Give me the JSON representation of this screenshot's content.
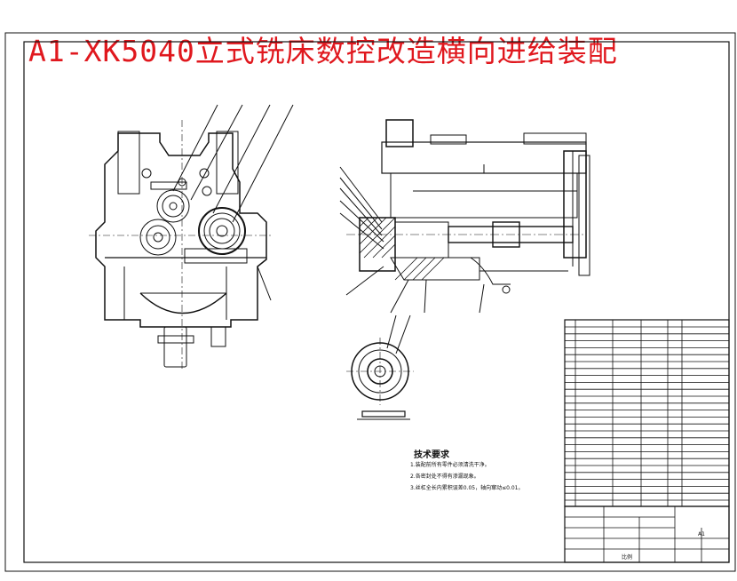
{
  "drawing": {
    "title": "A1-XK5040立式铣床数控改造横向进给装配",
    "technical_requirements": {
      "title": "技术要求",
      "items": [
        "1.装配前所有零件必须清洗干净。",
        "2.各密封处不得有渗漏现象。",
        "3.丝杠全长内累积误差0.05，轴向窜动≤0.01。"
      ]
    },
    "title_block": {
      "sheet_size": "A1",
      "scale_label": "比例"
    }
  }
}
